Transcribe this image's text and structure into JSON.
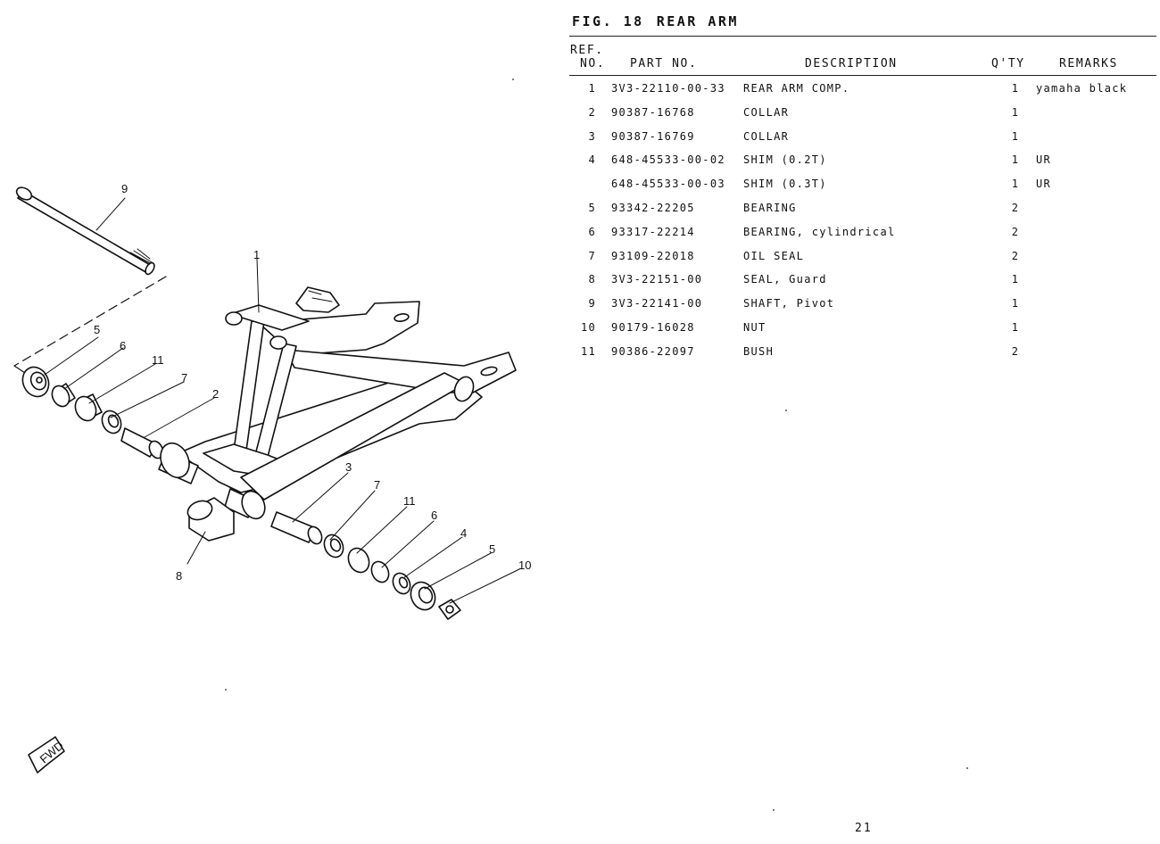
{
  "figure": {
    "number_label": "FIG. 18",
    "title": "REAR ARM"
  },
  "table": {
    "headers": {
      "ref_top": "REF.",
      "ref_bottom": "NO.",
      "part_no": "PART NO.",
      "description": "DESCRIPTION",
      "qty": "Q'TY",
      "remarks": "REMARKS"
    },
    "rows": [
      {
        "ref": "1",
        "part_no": "3V3-22110-00-33",
        "description": "REAR ARM COMP.",
        "qty": "1",
        "remarks": "yamaha black"
      },
      {
        "ref": "2",
        "part_no": "90387-16768",
        "description": "COLLAR",
        "qty": "1",
        "remarks": ""
      },
      {
        "ref": "3",
        "part_no": "90387-16769",
        "description": "COLLAR",
        "qty": "1",
        "remarks": ""
      },
      {
        "ref": "4",
        "part_no": "648-45533-00-02",
        "description": "SHIM (0.2T)",
        "qty": "1",
        "remarks": "UR"
      },
      {
        "ref": "",
        "part_no": "648-45533-00-03",
        "description": "SHIM (0.3T)",
        "qty": "1",
        "remarks": "UR"
      },
      {
        "ref": "5",
        "part_no": "93342-22205",
        "description": "BEARING",
        "qty": "2",
        "remarks": ""
      },
      {
        "ref": "6",
        "part_no": "93317-22214",
        "description": "BEARING, cylindrical",
        "qty": "2",
        "remarks": ""
      },
      {
        "ref": "7",
        "part_no": "93109-22018",
        "description": "OIL SEAL",
        "qty": "2",
        "remarks": ""
      },
      {
        "ref": "8",
        "part_no": "3V3-22151-00",
        "description": "SEAL, Guard",
        "qty": "1",
        "remarks": ""
      },
      {
        "ref": "9",
        "part_no": "3V3-22141-00",
        "description": "SHAFT, Pivot",
        "qty": "1",
        "remarks": ""
      },
      {
        "ref": "10",
        "part_no": "90179-16028",
        "description": "NUT",
        "qty": "1",
        "remarks": ""
      },
      {
        "ref": "11",
        "part_no": "90386-22097",
        "description": "BUSH",
        "qty": "2",
        "remarks": ""
      }
    ]
  },
  "diagram": {
    "callouts": [
      "9",
      "1",
      "5",
      "6",
      "11",
      "7",
      "2",
      "3",
      "7",
      "11",
      "6",
      "4",
      "5",
      "10",
      "8"
    ],
    "direction_badge": "FWD"
  },
  "page_number": "21"
}
